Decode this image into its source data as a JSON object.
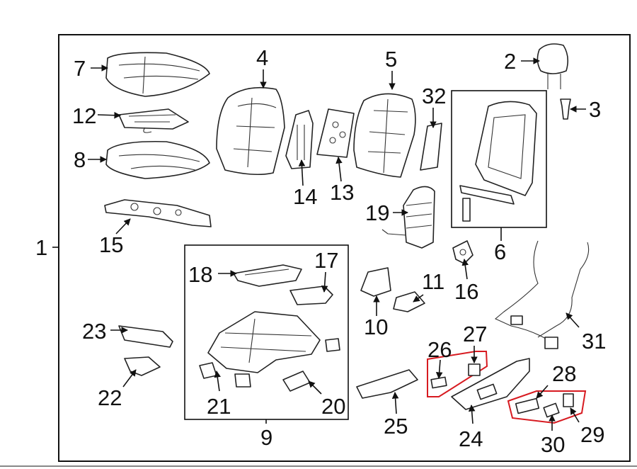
{
  "diagram": {
    "highlight_color": "#d71a20",
    "callouts": {
      "c1": "1",
      "c2": "2",
      "c3": "3",
      "c4": "4",
      "c5": "5",
      "c6": "6",
      "c7": "7",
      "c8": "8",
      "c9": "9",
      "c10": "10",
      "c11": "11",
      "c12": "12",
      "c13": "13",
      "c14": "14",
      "c15": "15",
      "c16": "16",
      "c17": "17",
      "c18": "18",
      "c19": "19",
      "c20": "20",
      "c21": "21",
      "c22": "22",
      "c23": "23",
      "c24": "24",
      "c25": "25",
      "c26": "26",
      "c27": "27",
      "c28": "28",
      "c29": "29",
      "c30": "30",
      "c31": "31",
      "c32": "32"
    }
  }
}
